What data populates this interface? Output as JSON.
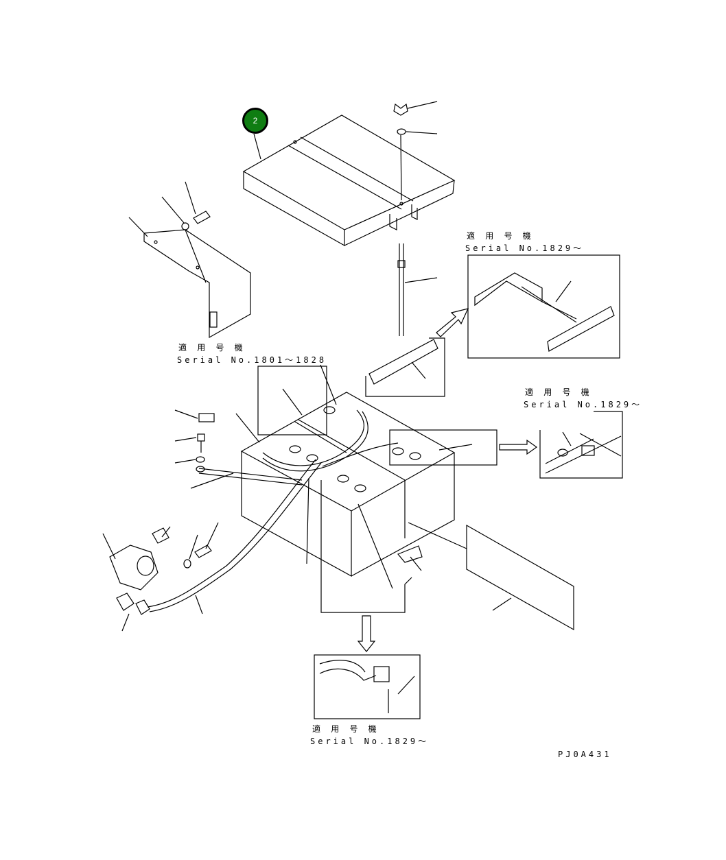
{
  "callout": {
    "number": "2",
    "color": "#0f7d12"
  },
  "serial_notes": [
    {
      "heading": "適 用 号 機",
      "serial": "Serial No.1829～"
    },
    {
      "heading": "適 用 号 機",
      "serial": "Serial No.1801～1828"
    },
    {
      "heading": "適 用 号 機",
      "serial": "Serial No.1829～"
    },
    {
      "heading": "適 用 号 機",
      "serial": "Serial No.1829～"
    }
  ],
  "drawing_code": "PJ0A431"
}
